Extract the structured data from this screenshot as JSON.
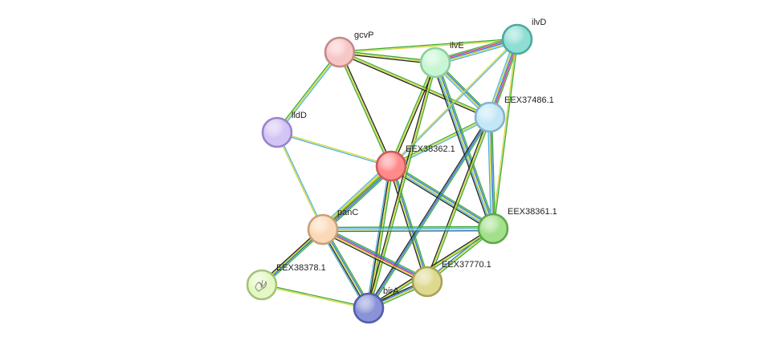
{
  "network": {
    "nodes": [
      {
        "id": "EEX38362.1",
        "label": "EEX38362.1",
        "fill": "#ff8a8a",
        "stroke": "#cc5a5a",
        "query": true
      },
      {
        "id": "gcvP",
        "label": "gcvP",
        "fill": "#f7c6c6",
        "stroke": "#c48a8a"
      },
      {
        "id": "ilvE",
        "label": "ilvE",
        "fill": "#c8f5d3",
        "stroke": "#8ccf9c"
      },
      {
        "id": "ilvD",
        "label": "ilvD",
        "fill": "#8fded4",
        "stroke": "#4fa99e"
      },
      {
        "id": "EEX37486.1",
        "label": "EEX37486.1",
        "fill": "#c3e7f7",
        "stroke": "#84b4cc"
      },
      {
        "id": "lldD",
        "label": "lldD",
        "fill": "#d4c3f5",
        "stroke": "#9a84c9"
      },
      {
        "id": "panC",
        "label": "panC",
        "fill": "#fbd9b6",
        "stroke": "#c9a07a"
      },
      {
        "id": "EEX38361.1",
        "label": "EEX38361.1",
        "fill": "#a3e08c",
        "stroke": "#5fa84a"
      },
      {
        "id": "EEX38378.1",
        "label": "EEX38378.1",
        "fill": "#e5f7c3",
        "stroke": "#a3c47a",
        "structure_icon": true
      },
      {
        "id": "EEX37770.1",
        "label": "EEX37770.1",
        "fill": "#ddd98f",
        "stroke": "#a8a35a"
      },
      {
        "id": "birA",
        "label": "birA",
        "fill": "#8a93d8",
        "stroke": "#525ea8"
      }
    ],
    "edges": [
      {
        "source": "EEX38362.1",
        "target": "gcvP",
        "colors": [
          "#3aaa35",
          "#d1d630",
          "#222222"
        ]
      },
      {
        "source": "EEX38362.1",
        "target": "ilvE",
        "colors": [
          "#3aaa35",
          "#d1d630",
          "#222222"
        ]
      },
      {
        "source": "EEX38362.1",
        "target": "EEX37486.1",
        "colors": [
          "#3aaa35",
          "#d1d630",
          "#4fb3d9"
        ]
      },
      {
        "source": "EEX38362.1",
        "target": "lldD",
        "colors": [
          "#4fb3d9",
          "#d1d630"
        ]
      },
      {
        "source": "EEX38362.1",
        "target": "panC",
        "colors": [
          "#3aaa35",
          "#2a6fe0",
          "#d62d7a",
          "#222222",
          "#d1d630",
          "#4fb3d9"
        ]
      },
      {
        "source": "EEX38362.1",
        "target": "EEX38361.1",
        "colors": [
          "#3aaa35",
          "#2a6fe0",
          "#d1d630",
          "#4fb3d9",
          "#222222"
        ]
      },
      {
        "source": "EEX38362.1",
        "target": "EEX37770.1",
        "colors": [
          "#3aaa35",
          "#2a6fe0",
          "#d1d630",
          "#222222"
        ]
      },
      {
        "source": "EEX38362.1",
        "target": "birA",
        "colors": [
          "#3aaa35",
          "#d1d630",
          "#222222",
          "#4fb3d9"
        ]
      },
      {
        "source": "EEX38362.1",
        "target": "EEX38378.1",
        "colors": [
          "#3aaa35",
          "#d1d630"
        ]
      },
      {
        "source": "gcvP",
        "target": "ilvE",
        "colors": [
          "#3aaa35",
          "#d1d630",
          "#222222"
        ]
      },
      {
        "source": "gcvP",
        "target": "ilvD",
        "colors": [
          "#3aaa35",
          "#d1d630"
        ]
      },
      {
        "source": "gcvP",
        "target": "EEX37486.1",
        "colors": [
          "#3aaa35",
          "#d1d630",
          "#222222"
        ]
      },
      {
        "source": "gcvP",
        "target": "lldD",
        "colors": [
          "#4fb3d9",
          "#d1d630",
          "#3aaa35"
        ]
      },
      {
        "source": "ilvE",
        "target": "ilvD",
        "colors": [
          "#3aaa35",
          "#d62d7a",
          "#2a6fe0",
          "#d1d630",
          "#4fb3d9"
        ]
      },
      {
        "source": "ilvE",
        "target": "EEX37486.1",
        "colors": [
          "#3aaa35",
          "#2a6fe0",
          "#d1d630",
          "#4fb3d9"
        ]
      },
      {
        "source": "ilvE",
        "target": "EEX38361.1",
        "colors": [
          "#3aaa35",
          "#2a6fe0",
          "#d1d630",
          "#4fb3d9",
          "#222222"
        ]
      },
      {
        "source": "ilvE",
        "target": "birA",
        "colors": [
          "#3aaa35",
          "#d1d630",
          "#222222"
        ]
      },
      {
        "source": "ilvD",
        "target": "EEX37486.1",
        "colors": [
          "#3aaa35",
          "#d62d7a",
          "#2a6fe0",
          "#d1d630",
          "#4fb3d9"
        ]
      },
      {
        "source": "ilvD",
        "target": "EEX38361.1",
        "colors": [
          "#3aaa35",
          "#d1d630"
        ]
      },
      {
        "source": "ilvD",
        "target": "EEX38362.1",
        "colors": [
          "#4fb3d9",
          "#d1d630"
        ]
      },
      {
        "source": "EEX37486.1",
        "target": "EEX38361.1",
        "colors": [
          "#3aaa35",
          "#2a6fe0",
          "#d1d630",
          "#4fb3d9"
        ]
      },
      {
        "source": "EEX37486.1",
        "target": "EEX37770.1",
        "colors": [
          "#3aaa35",
          "#d1d630",
          "#222222"
        ]
      },
      {
        "source": "EEX37486.1",
        "target": "birA",
        "colors": [
          "#3aaa35",
          "#2a6fe0",
          "#222222"
        ]
      },
      {
        "source": "lldD",
        "target": "panC",
        "colors": [
          "#4fb3d9",
          "#d1d630"
        ]
      },
      {
        "source": "panC",
        "target": "EEX38361.1",
        "colors": [
          "#3aaa35",
          "#4fb3d9",
          "#d1d630",
          "#2a6fe0"
        ]
      },
      {
        "source": "panC",
        "target": "EEX37770.1",
        "colors": [
          "#3aaa35",
          "#2a6fe0",
          "#d62d7a",
          "#d1d630",
          "#222222"
        ]
      },
      {
        "source": "panC",
        "target": "birA",
        "colors": [
          "#3aaa35",
          "#2a6fe0",
          "#d1d630",
          "#222222",
          "#4fb3d9"
        ]
      },
      {
        "source": "panC",
        "target": "EEX38378.1",
        "colors": [
          "#3aaa35",
          "#2a6fe0",
          "#d1d630",
          "#222222"
        ]
      },
      {
        "source": "EEX38361.1",
        "target": "EEX37770.1",
        "colors": [
          "#3aaa35",
          "#d1d630",
          "#2a6fe0"
        ]
      },
      {
        "source": "EEX38361.1",
        "target": "birA",
        "colors": [
          "#3aaa35",
          "#d1d630",
          "#222222"
        ]
      },
      {
        "source": "EEX37770.1",
        "target": "birA",
        "colors": [
          "#3aaa35",
          "#d1d630",
          "#2a6fe0",
          "#222222"
        ]
      },
      {
        "source": "EEX38378.1",
        "target": "birA",
        "colors": [
          "#3aaa35",
          "#d1d630"
        ]
      }
    ]
  }
}
